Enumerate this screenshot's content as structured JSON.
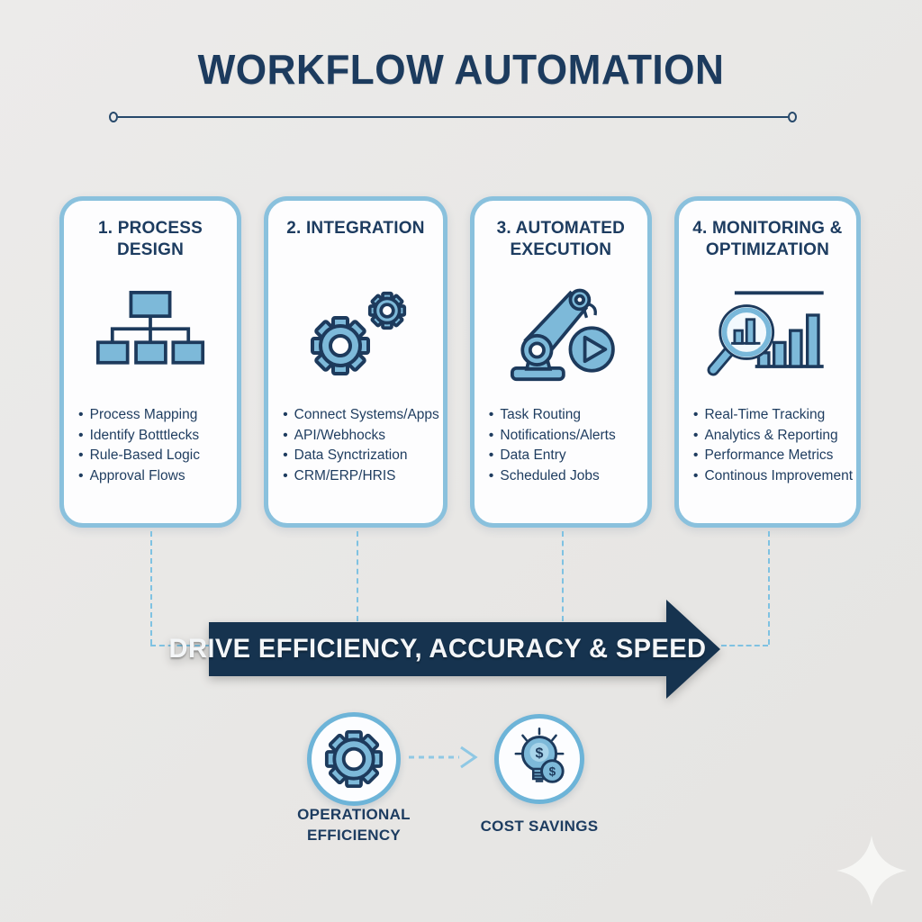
{
  "title": "WORKFLOW AUTOMATION",
  "steps": [
    {
      "title": "1. PROCESS DESIGN",
      "icon": "flowchart-icon",
      "items": [
        "Process Mapping",
        "Identify Botttlecks",
        "Rule-Based Logic",
        "Approval Flows"
      ]
    },
    {
      "title": "2. INTEGRATION",
      "icon": "gears-icon",
      "items": [
        "Connect Systems/Apps",
        "API/Webhocks",
        "Data Synctrization",
        "CRM/ERP/HRIS"
      ]
    },
    {
      "title": "3. AUTOMATED EXECUTION",
      "icon": "robot-arm-play-icon",
      "items": [
        "Task Routing",
        "Notifications/Alerts",
        "Data Entry",
        "Scheduled Jobs"
      ]
    },
    {
      "title": "4. MONITORING & OPTIMIZATION",
      "icon": "magnifier-bar-chart-icon",
      "items": [
        "Real-Time Tracking",
        "Analytics & Reporting",
        "Performance Metrics",
        "Continous Improvement"
      ]
    }
  ],
  "banner": {
    "label": "DRIVE EFFICIENCY, ACCURACY & SPEED"
  },
  "outcomes": [
    {
      "label": "OPERATIONAL EFFICIENCY",
      "icon": "gear-icon"
    },
    {
      "label": "COST SAVINGS",
      "icon": "lightbulb-dollar-icon"
    }
  ],
  "glyphs": {
    "dollar": "$"
  },
  "colors": {
    "background": "#e9e8e6",
    "card_border": "#8ac1dd",
    "navy_text": "#1d3c60",
    "arrow_navy": "#16334f",
    "icon_blue_fill": "#7db9d9",
    "icon_navy_stroke": "#1d3a5c",
    "dashed_connector_blue": "#7fc2e2",
    "circle_border_blue": "#6db4d8"
  }
}
